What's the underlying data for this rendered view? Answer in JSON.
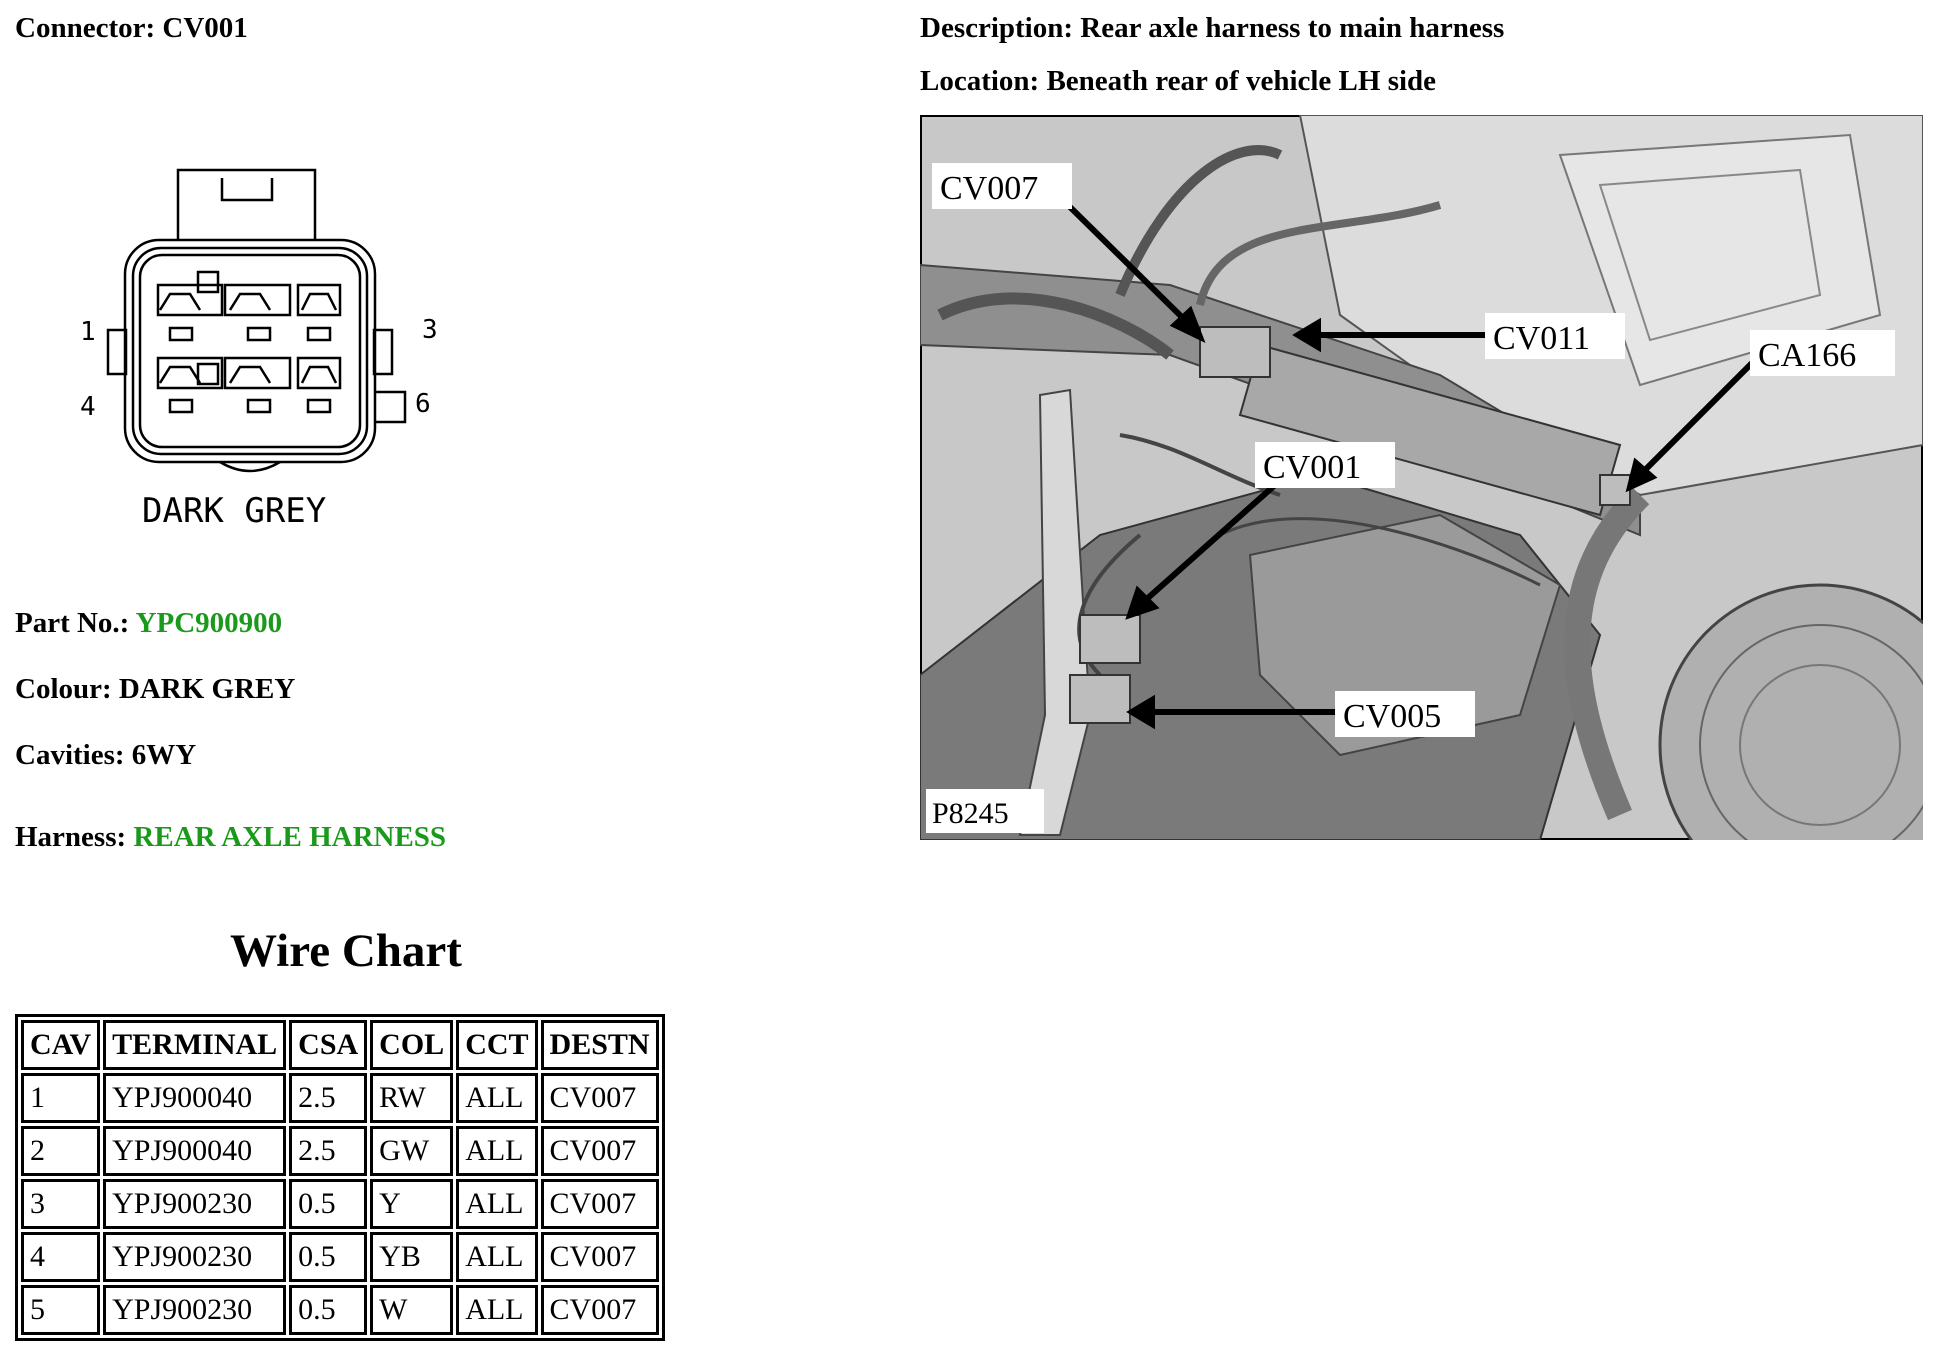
{
  "connector": {
    "label": "Connector:",
    "value": "CV001"
  },
  "description": {
    "label": "Description:",
    "value": "Rear axle harness to main harness"
  },
  "location": {
    "label": "Location:",
    "value": "Beneath rear of vehicle LH side"
  },
  "diagram": {
    "pins": [
      "1",
      "3",
      "4",
      "6"
    ],
    "colour_text": "DARK GREY"
  },
  "details": {
    "part_no_label": "Part No.:",
    "part_no_value": "YPC900900",
    "colour_label": "Colour:",
    "colour_value": "DARK GREY",
    "cavities_label": "Cavities:",
    "cavities_value": "6WY",
    "harness_label": "Harness:",
    "harness_value": "REAR AXLE HARNESS"
  },
  "link_color": "#1a9a1a",
  "wire_chart": {
    "title": "Wire Chart",
    "headers": [
      "CAV",
      "TERMINAL",
      "CSA",
      "COL",
      "CCT",
      "DESTN"
    ],
    "rows": [
      [
        "1",
        "YPJ900040",
        "2.5",
        "RW",
        "ALL",
        "CV007"
      ],
      [
        "2",
        "YPJ900040",
        "2.5",
        "GW",
        "ALL",
        "CV007"
      ],
      [
        "3",
        "YPJ900230",
        "0.5",
        "Y",
        "ALL",
        "CV007"
      ],
      [
        "4",
        "YPJ900230",
        "0.5",
        "YB",
        "ALL",
        "CV007"
      ],
      [
        "5",
        "YPJ900230",
        "0.5",
        "W",
        "ALL",
        "CV007"
      ]
    ]
  },
  "figure": {
    "callouts": [
      "CV007",
      "CV011",
      "CA166",
      "CV001",
      "CV005"
    ],
    "figure_id": "P8245"
  }
}
